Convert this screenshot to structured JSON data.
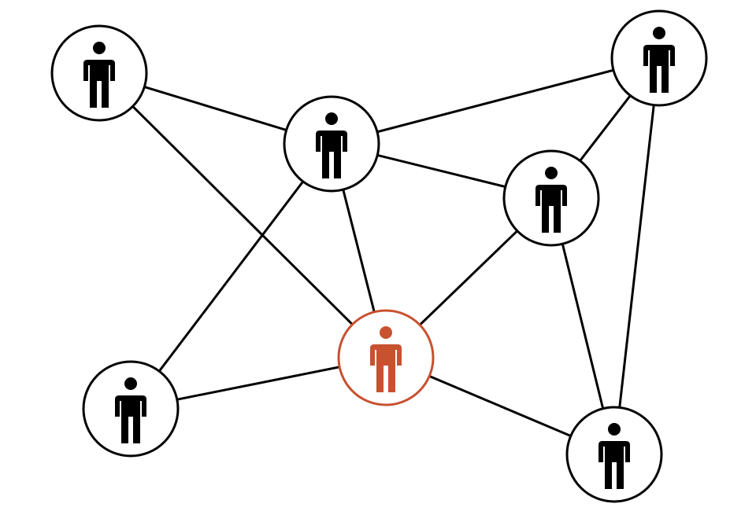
{
  "diagram": {
    "type": "social-network",
    "colors": {
      "background": "#ffffff",
      "default_node": "#000000",
      "highlight_node": "#c8512f",
      "edge": "#000000"
    },
    "nodes": [
      {
        "id": "top-left",
        "icon": "person-icon",
        "highlighted": false
      },
      {
        "id": "upper-center",
        "icon": "person-icon",
        "highlighted": false
      },
      {
        "id": "top-right",
        "icon": "person-icon",
        "highlighted": false
      },
      {
        "id": "middle-right",
        "icon": "person-icon",
        "highlighted": false
      },
      {
        "id": "center",
        "icon": "person-icon",
        "highlighted": true
      },
      {
        "id": "bottom-left",
        "icon": "person-icon",
        "highlighted": false
      },
      {
        "id": "bottom-right",
        "icon": "person-icon",
        "highlighted": false
      }
    ],
    "edges": [
      [
        "top-left",
        "upper-center"
      ],
      [
        "top-left",
        "center"
      ],
      [
        "upper-center",
        "top-right"
      ],
      [
        "upper-center",
        "middle-right"
      ],
      [
        "upper-center",
        "center"
      ],
      [
        "upper-center",
        "bottom-left"
      ],
      [
        "top-right",
        "middle-right"
      ],
      [
        "top-right",
        "bottom-right"
      ],
      [
        "middle-right",
        "center"
      ],
      [
        "middle-right",
        "bottom-right"
      ],
      [
        "center",
        "bottom-left"
      ],
      [
        "center",
        "bottom-right"
      ]
    ]
  }
}
